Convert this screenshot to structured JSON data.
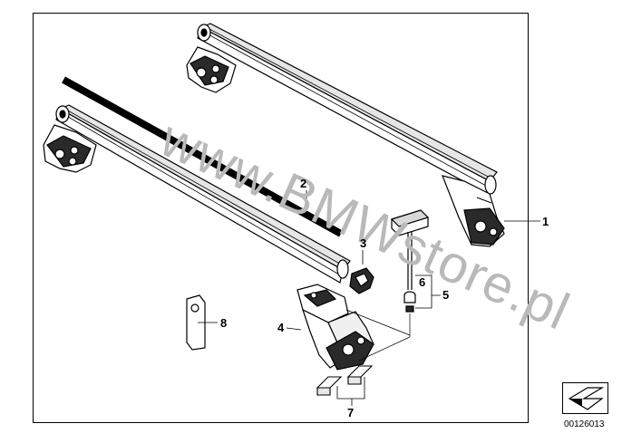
{
  "watermark": "www.BMWstore.pl",
  "callouts": {
    "c1": "1",
    "c2": "2",
    "c3": "3",
    "c4": "4",
    "c5": "5",
    "c6": "6",
    "c7": "7",
    "c8": "8"
  },
  "doc_code": "00126013",
  "icons": {
    "arrow": "return-arrow-icon"
  }
}
